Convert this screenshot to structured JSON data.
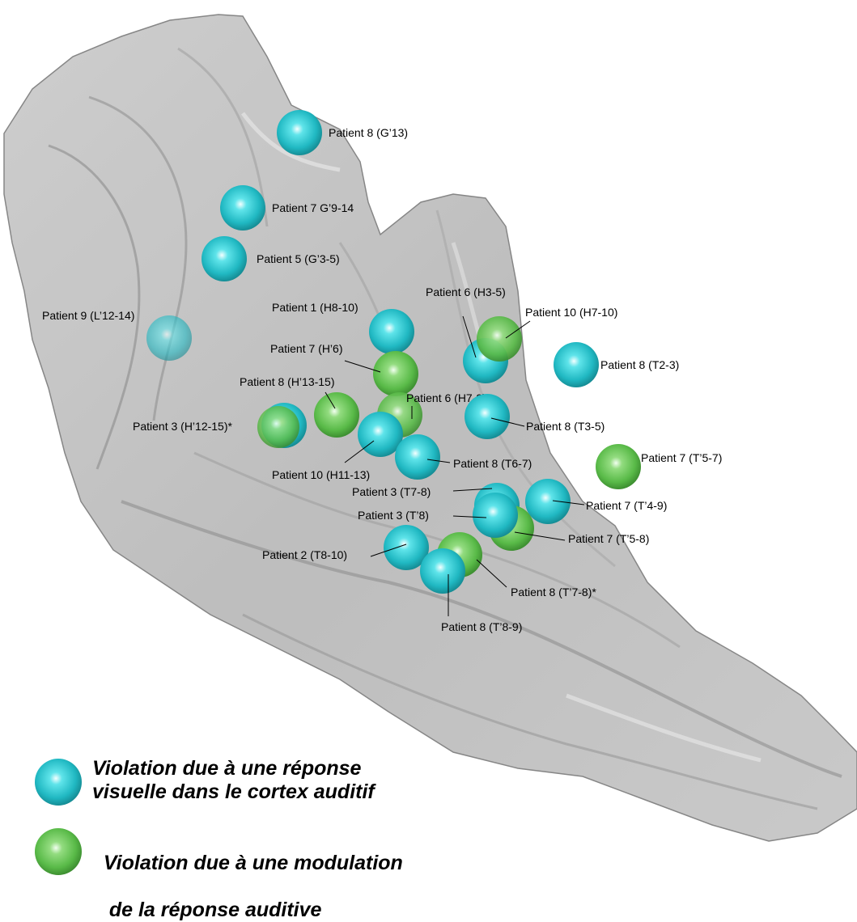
{
  "colors": {
    "visual": "#27c4cc",
    "auditory": "#5cc24a",
    "cortex": "#b8b8b8"
  },
  "markers": [
    {
      "label": "Patient 8 (G’13)",
      "type": "visual"
    },
    {
      "label": "Patient 7 G’9-14",
      "type": "visual"
    },
    {
      "label": "Patient 5 (G’3-5)",
      "type": "visual"
    },
    {
      "label": "Patient 9 (L’12-14)",
      "type": "visual"
    },
    {
      "label": "Patient 1 (H8-10)",
      "type": "visual"
    },
    {
      "label": "Patient 7 (H’6)",
      "type": "auditory"
    },
    {
      "label": "Patient 8 (H’13-15)",
      "type": "auditory"
    },
    {
      "label": "Patient 6 (H7-9)*",
      "type": "auditory"
    },
    {
      "label": "Patient 3 (H’12-15)*",
      "type": "auditory"
    },
    {
      "label": "Patient 10 (H11-13)",
      "type": "visual"
    },
    {
      "label": "Patient 8 (T6-7)",
      "type": "visual"
    },
    {
      "label": "Patient 6 (H3-5)",
      "type": "visual"
    },
    {
      "label": "Patient 10 (H7-10)",
      "type": "auditory"
    },
    {
      "label": "Patient 8 (T2-3)",
      "type": "visual"
    },
    {
      "label": "Patient 8 (T3-5)",
      "type": "visual"
    },
    {
      "label": "Patient 7 (T’5-7)",
      "type": "auditory"
    },
    {
      "label": "Patient 3 (T7-8)",
      "type": "visual"
    },
    {
      "label": "Patient 7 (T’4-9)",
      "type": "visual"
    },
    {
      "label": "Patient 3 (T’8)",
      "type": "visual"
    },
    {
      "label": "Patient 7 (T’5-8)",
      "type": "auditory"
    },
    {
      "label": "Patient 2 (T8-10)",
      "type": "visual"
    },
    {
      "label": "Patient 8 (T’7-8)*",
      "type": "auditory"
    },
    {
      "label": "Patient 8 (T’8-9)",
      "type": "visual"
    }
  ],
  "legend": {
    "visual": {
      "line1": "Violation due à une réponse",
      "line2": "visuelle dans le cortex auditif"
    },
    "auditory": {
      "line1": "Violation due à une modulation",
      "line2": " de la réponse auditive"
    }
  }
}
